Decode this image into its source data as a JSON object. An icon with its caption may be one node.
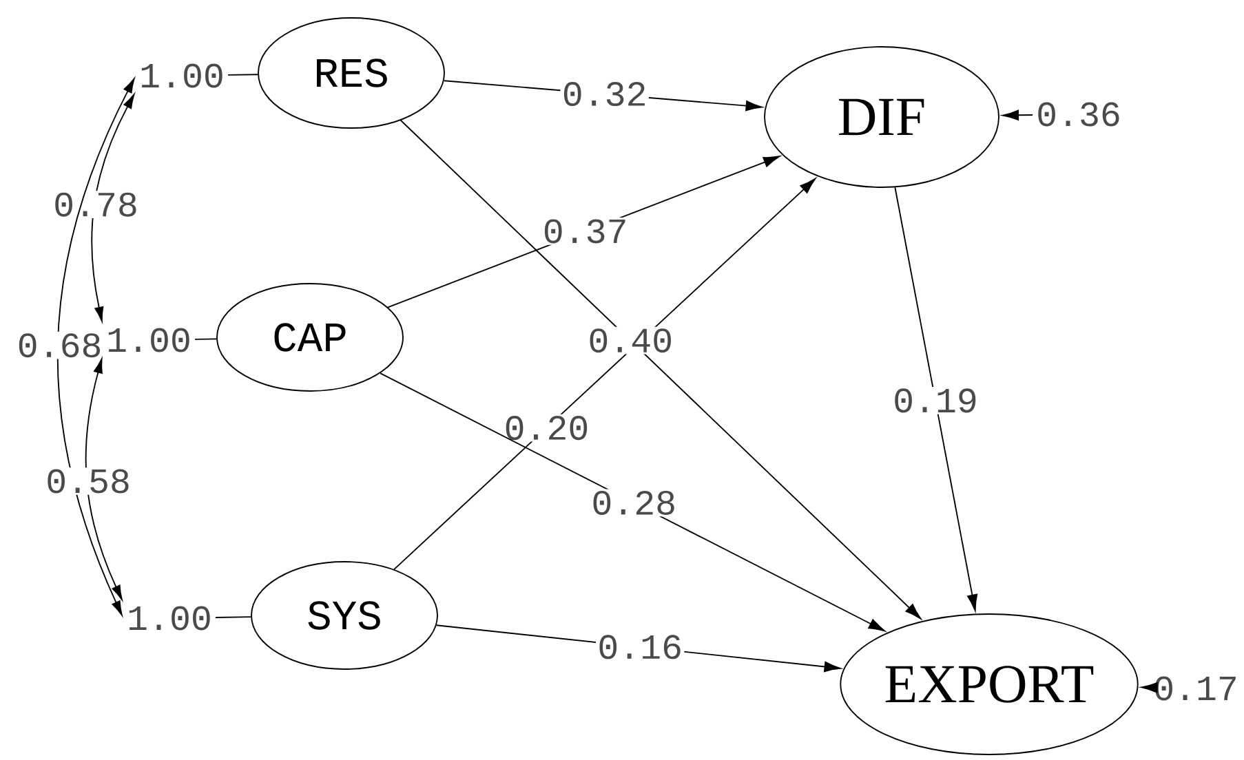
{
  "diagram": {
    "nodes": [
      {
        "text": [
          "RES"
        ]
      },
      {
        "text": [
          "CAP"
        ]
      },
      {
        "text": [
          "SYS"
        ]
      },
      {
        "text": [
          "DIF"
        ]
      },
      {
        "text": [
          "EXPORT"
        ]
      },
      {
        "text": [
          "1.00"
        ]
      },
      {
        "text": [
          "1.00"
        ]
      },
      {
        "text": [
          "1.00"
        ]
      },
      {
        "text": [
          "0.36"
        ]
      },
      {
        "text": [
          "0.17"
        ]
      }
    ],
    "edges": [
      {
        "from": 5,
        "to": 0,
        "arrow": "none"
      },
      {
        "from": 6,
        "to": 1,
        "arrow": "none"
      },
      {
        "from": 7,
        "to": 2,
        "arrow": "none"
      },
      {
        "from": 5,
        "to": 6,
        "arrow": "both",
        "label": "0.78"
      },
      {
        "from": 5,
        "to": 7,
        "arrow": "both",
        "label": "0.68"
      },
      {
        "from": 6,
        "to": 7,
        "arrow": "both",
        "label": "0.58"
      },
      {
        "from": 0,
        "to": 3,
        "arrow": "to",
        "label": "0.32"
      },
      {
        "from": 1,
        "to": 3,
        "arrow": "to",
        "label": "0.37"
      },
      {
        "from": 2,
        "to": 3,
        "arrow": "to",
        "label": "0.20"
      },
      {
        "from": 0,
        "to": 4,
        "arrow": "to",
        "label": "0.40"
      },
      {
        "from": 1,
        "to": 4,
        "arrow": "to",
        "label": "0.28"
      },
      {
        "from": 2,
        "to": 4,
        "arrow": "to",
        "label": "0.16"
      },
      {
        "from": 3,
        "to": 4,
        "arrow": "to",
        "label": "0.19"
      },
      {
        "from": 8,
        "to": 3,
        "arrow": "to"
      },
      {
        "from": 9,
        "to": 4,
        "arrow": "to"
      }
    ]
  }
}
